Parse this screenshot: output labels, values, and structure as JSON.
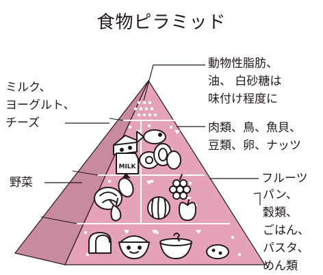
{
  "title": "食物ピラミッド",
  "labels": {
    "fats": [
      "動物性脂肪、",
      "油、 白砂糖は",
      "味付け程度に"
    ],
    "dairy": [
      "ミルク、",
      "ヨーグルト、",
      "チーズ"
    ],
    "protein": [
      "肉類、鳥、魚貝、",
      "豆類、卵、ナッツ"
    ],
    "vegetables": "野菜",
    "fruits": "フルーツ",
    "grains": [
      "パン、",
      "穀類、",
      "ごはん、",
      "パスタ、",
      "めん類"
    ]
  },
  "illustrations": {
    "milk_carton_text": "MILK",
    "items": [
      "cheese",
      "milk-carton",
      "fish",
      "meat",
      "egg",
      "ham",
      "cabbage",
      "eggplant",
      "radish",
      "grapes",
      "watermelon",
      "apple",
      "bread",
      "rice-bowl",
      "soup-bowl",
      "potato"
    ]
  },
  "colors": {
    "front": "#e4a3b9",
    "side": "#c88aa1",
    "line": "#231815",
    "dots": "#ffffff",
    "illustration_fill": "#ffffff"
  }
}
